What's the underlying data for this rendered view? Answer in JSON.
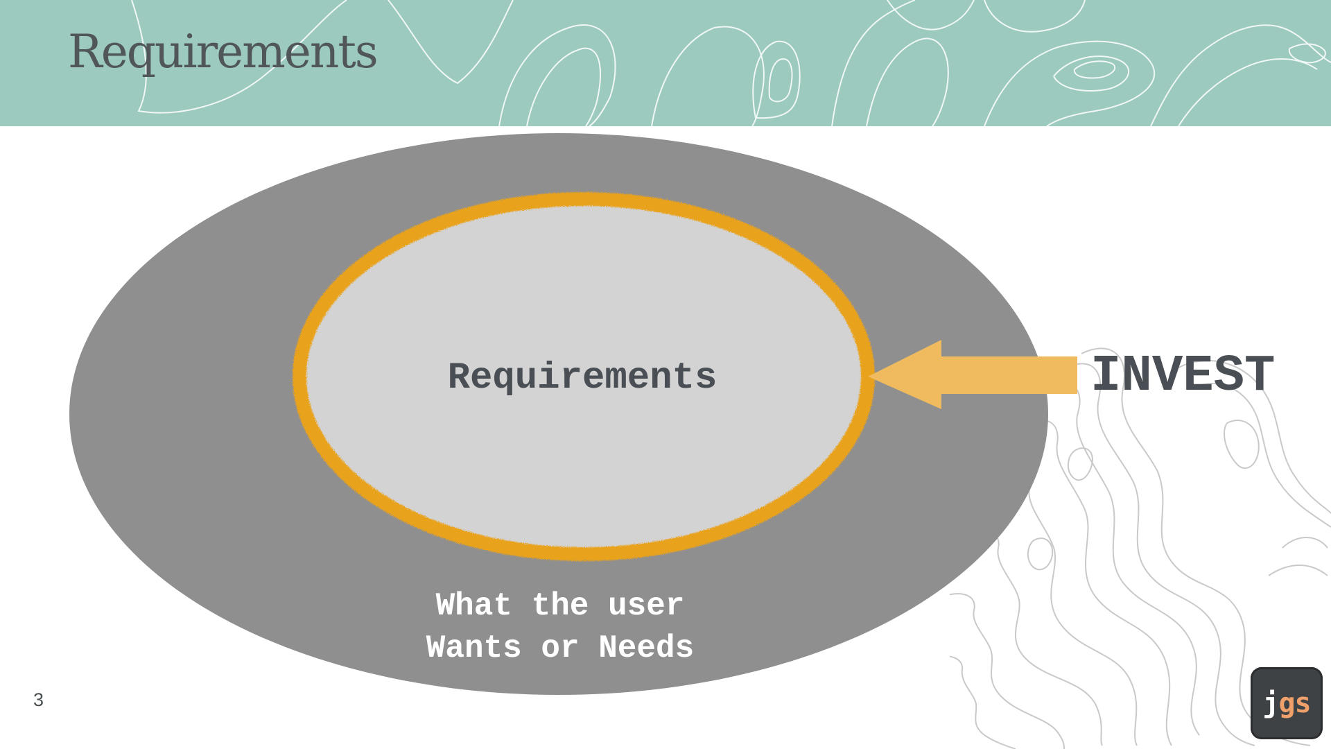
{
  "slide": {
    "title": "Requirements",
    "page_number": "3"
  },
  "diagram": {
    "inner_label": "Requirements",
    "outer_label_line1": "What the user",
    "outer_label_line2": "Wants or Needs",
    "invest_label": "INVEST"
  },
  "logo": {
    "j": "j",
    "gs": "gs"
  },
  "colors": {
    "header": "#9ccabf",
    "outer_ellipse": "#8f8f8f",
    "inner_ellipse": "#d3d3d3",
    "ring": "#e9a21f",
    "arrow": "#efbb5e",
    "text_dark": "#4a4f55"
  }
}
